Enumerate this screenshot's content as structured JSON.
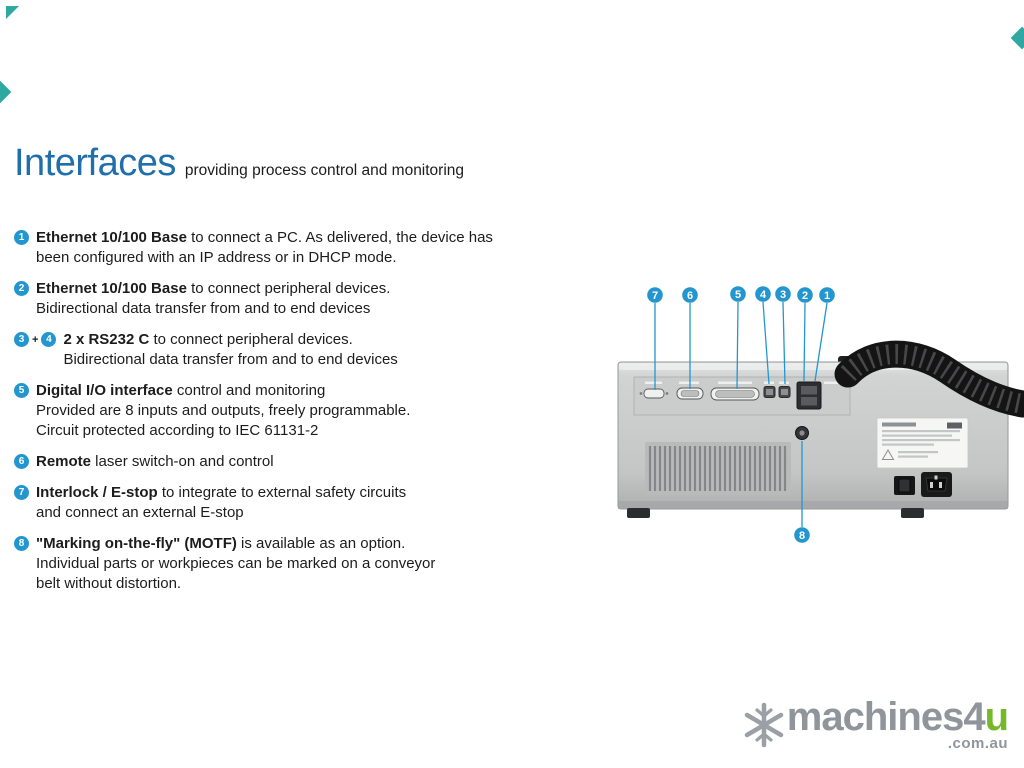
{
  "colors": {
    "title_blue": "#1f6fab",
    "badge_blue": "#2496cf",
    "logo_green": "#76b82a",
    "logo_gray": "#8f959a",
    "watermark_teal": "#2fa8a2"
  },
  "header": {
    "title": "Interfaces",
    "subtitle": "providing process control and monitoring"
  },
  "items": [
    {
      "badges": [
        "1"
      ],
      "bold": "Ethernet 10/100 Base",
      "rest": " to connect a PC. As delivered, the device has\nbeen configured with an IP address or in DHCP mode."
    },
    {
      "badges": [
        "2"
      ],
      "bold": "Ethernet 10/100 Base",
      "rest": " to connect peripheral devices.\nBidirectional data transfer from and to end devices"
    },
    {
      "badges": [
        "3",
        "4"
      ],
      "joiner": "+",
      "bold": "2 x RS232 C",
      "rest": " to connect peripheral devices.\nBidirectional data transfer from and to end devices"
    },
    {
      "badges": [
        "5"
      ],
      "bold": "Digital I/O interface",
      "rest": " control and monitoring\nProvided are 8 inputs and outputs, freely programmable.\nCircuit protected according to IEC 61131-2"
    },
    {
      "badges": [
        "6"
      ],
      "bold": "Remote",
      "rest": " laser switch-on and control"
    },
    {
      "badges": [
        "7"
      ],
      "bold": "Interlock / E-stop",
      "rest": " to integrate to external safety circuits\nand connect an external E-stop"
    },
    {
      "badges": [
        "8"
      ],
      "bold": "\"Marking on-the-fly\" (MOTF)",
      "rest": " is available as an option.\nIndividual parts or workpieces can be marked on a conveyor\nbelt without distortion."
    }
  ],
  "figure": {
    "top_callouts": [
      "7",
      "6",
      "5",
      "4",
      "3",
      "2",
      "1"
    ],
    "bottom_callout": "8"
  },
  "logo": {
    "brand_gray": "machines4",
    "brand_accent": "u",
    "domain": ".com.au"
  }
}
